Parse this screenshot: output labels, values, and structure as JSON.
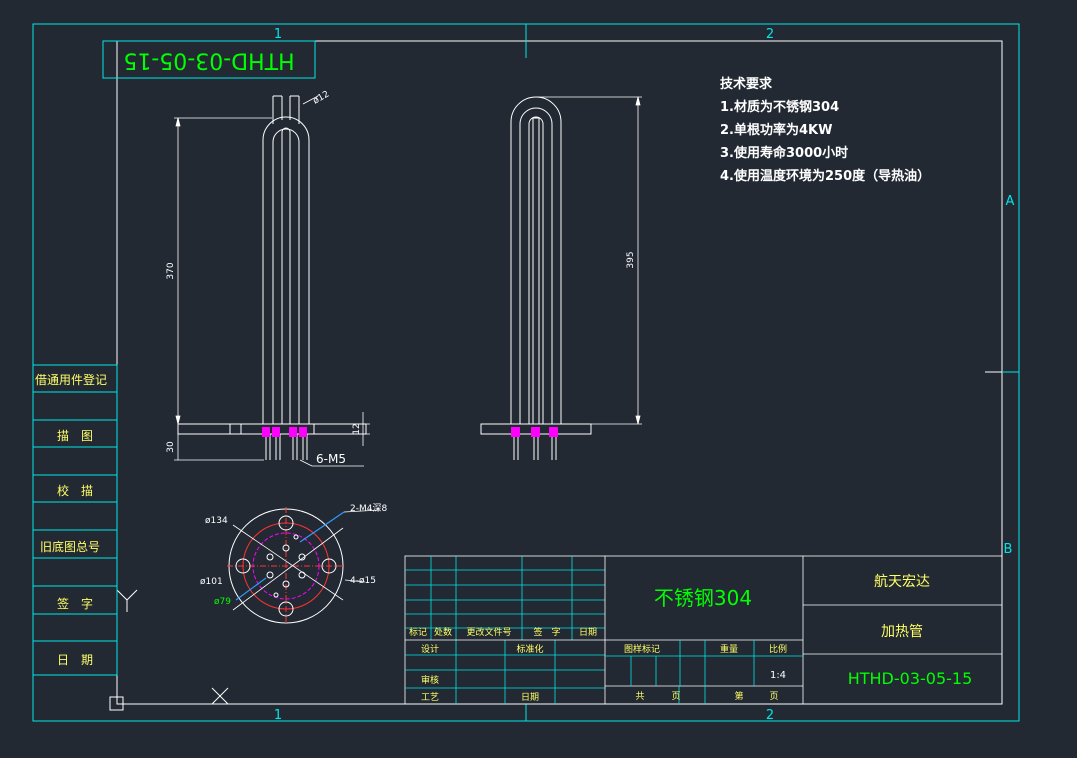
{
  "colors": {
    "background": "#222933",
    "frame": "#00e6e6",
    "line": "#ffffff",
    "text_green": "#00ff00",
    "text_yellow": "#ffff66",
    "text_cyan": "#00e6e6",
    "magenta": "#ff00ff",
    "red": "#ff3333",
    "blue": "#3399ff"
  },
  "zones": {
    "col1": "1",
    "col2": "2",
    "rowA": "A",
    "rowB": "B"
  },
  "mirrored_code": "HTHD-03-05-15",
  "tech_requirements": {
    "title": "技术要求",
    "items": [
      "1.材质为不锈钢304",
      "2.单根功率为4KW",
      "3.使用寿命3000小时",
      "4.使用温度环境为250度（导热油）"
    ]
  },
  "front_view": {
    "height_dim": "370",
    "pipe_dia": "ø12",
    "flange_dim": "12",
    "stud_dim": "30",
    "thread_label": "6-M5"
  },
  "side_view": {
    "height_dim": "395"
  },
  "flange_view": {
    "outer_dia": "ø134",
    "hole_dia": "ø101",
    "pitch_dia": "ø79",
    "small_holes": "2-M4深8",
    "large_holes": "4-ø15"
  },
  "left_strip": [
    "借通用件登记",
    "描　图",
    "校　描",
    "旧底图总号",
    "签　字",
    "日　期"
  ],
  "title_block": {
    "material": "不锈钢304",
    "company": "航天宏达",
    "part_name": "加热管",
    "drawing_no": "HTHD-03-05-15",
    "rev_headers": [
      "标记",
      "处数",
      "更改文件号",
      "签　字",
      "日期"
    ],
    "design": "设计",
    "standardization": "标准化",
    "review": "审核",
    "process": "工艺",
    "date": "日期",
    "stage_mark": "图样标记",
    "weight": "重量",
    "scale_label": "比例",
    "scale_value": "1:4",
    "total": "共",
    "sheet": "第",
    "page": "页"
  }
}
